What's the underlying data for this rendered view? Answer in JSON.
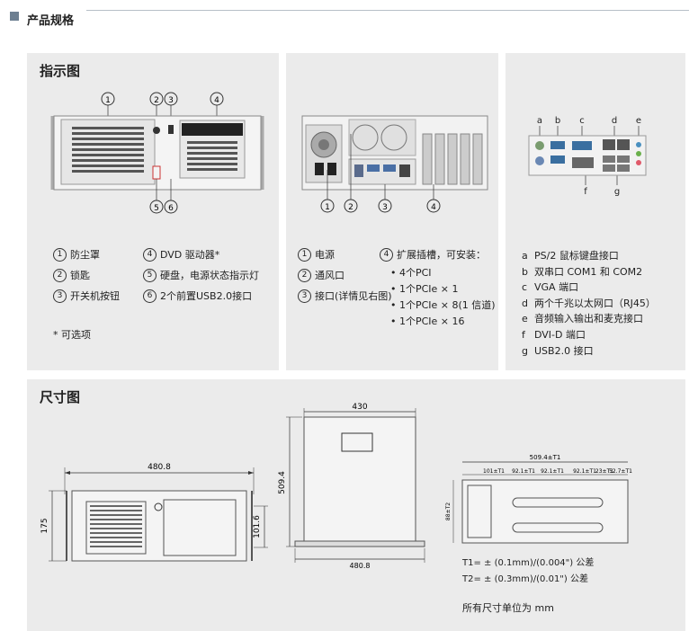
{
  "section_title": "产品规格",
  "panel1": {
    "title": "指示图",
    "callouts": [
      "1",
      "2",
      "3",
      "4",
      "5",
      "6"
    ],
    "items": [
      {
        "num": "1",
        "label": "防尘罩"
      },
      {
        "num": "2",
        "label": "锁匙"
      },
      {
        "num": "3",
        "label": "开关机按钮"
      },
      {
        "num": "4",
        "label": "DVD 驱动器*"
      },
      {
        "num": "5",
        "label": "硬盘，电源状态指示灯"
      },
      {
        "num": "6",
        "label": "2个前置USB2.0接口"
      }
    ],
    "footnote": "* 可选项"
  },
  "panel2": {
    "callouts": [
      "1",
      "2",
      "3",
      "4"
    ],
    "items": [
      {
        "num": "1",
        "label": "电源"
      },
      {
        "num": "2",
        "label": "通风口"
      },
      {
        "num": "3",
        "label": "接口(详情见右图)"
      },
      {
        "num": "4",
        "label": "扩展插槽，可安装："
      }
    ],
    "slots": [
      "• 4个PCI",
      "• 1个PCIe × 1",
      "• 1个PCIe × 8(1 信道)",
      "• 1个PCIe × 16"
    ]
  },
  "panel3": {
    "top_letters": [
      "a",
      "b",
      "c",
      "d",
      "e"
    ],
    "bottom_letters": [
      "f",
      "g"
    ],
    "items": [
      {
        "k": "a",
        "label": "PS/2 鼠标键盘接口"
      },
      {
        "k": "b",
        "label": "双串口 COM1 和 COM2"
      },
      {
        "k": "c",
        "label": "VGA 端口"
      },
      {
        "k": "d",
        "label": "两个千兆以太网口（RJ45）"
      },
      {
        "k": "e",
        "label": "音频输入输出和麦克接口"
      },
      {
        "k": "f",
        "label": "DVI-D 端口"
      },
      {
        "k": "g",
        "label": "USB2.0 接口"
      }
    ]
  },
  "dims": {
    "title": "尺寸图",
    "front_width": "480.8",
    "front_height": "175",
    "front_inner_height": "101.6",
    "top_width": "430",
    "top_depth": "509.4",
    "top_bottom_width": "480.8",
    "rail_total": "509.4±T1",
    "rail_segments": [
      "101±T1",
      "92.1±T1",
      "92.1±T1",
      "92.1±T1",
      "23±T1",
      "52.7±T1"
    ],
    "rail_height": "88±T2",
    "tol1": "T1= ± (0.1mm)/(0.004\") 公差",
    "tol2": "T2= ± (0.3mm)/(0.01\") 公差",
    "unit_note": "所有尺寸单位为 mm"
  }
}
